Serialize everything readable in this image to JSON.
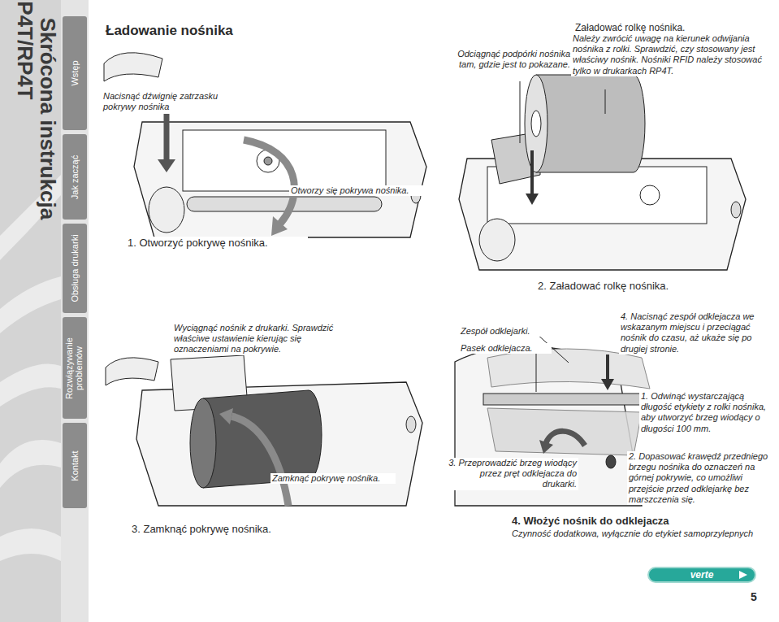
{
  "diagram": {
    "title": "Ładowanie nośnika",
    "nodes": [
      {
        "text": [
          "P4T/RP4T",
          "Skrócona instrukcja"
        ]
      },
      {
        "text": [
          "Wstęp"
        ]
      },
      {
        "text": [
          "Jak zacząć"
        ]
      },
      {
        "text": [
          "Obsługa drukarki"
        ]
      },
      {
        "text": [
          "Rozwiązywanie problemów"
        ]
      },
      {
        "text": [
          "Kontakt"
        ]
      },
      {
        "text": [
          "verte"
        ]
      }
    ],
    "labels": [
      "Nacisnąć dźwignię zatrzasku pokrywy nośnika",
      "Otworzy się pokrywa nośnika.",
      "1. Otworzyć pokrywę nośnika.",
      "Odciągnąć podpórki nośnika tam, gdzie jest to pokazane.",
      "Załadować rolkę nośnika.",
      "Należy zwrócić uwagę na kierunek odwijania nośnika z rolki. Sprawdzić, czy stosowany jest właściwy nośnik. Nośniki RFID należy stosować tylko w drukarkach RP4T.",
      "2. Załadować rolkę nośnika.",
      "Wyciągnąć nośnik z drukarki. Sprawdzić właściwe ustawienie kierując się oznaczeniami na pokrywie.",
      "Zamknąć pokrywę nośnika.",
      "3. Zamknąć pokrywę nośnika.",
      "Zespół odklejarki.",
      "Pasek odklejacza.",
      "4. Nacisnąć zespół odklejacza we wskazanym miejscu i przeciągać nośnik do czasu, aż ukaże się po drugiej stronie.",
      "1. Odwinąć wystarczającą długość etykiety z rolki nośnika, aby utworzyć brzeg wiodący o długości 100 mm.",
      "2. Dopasować krawędź przedniego brzegu nośnika do oznaczeń na górnej pokrywie, co umożliwi przejście przed odklejarkę bez marszczenia się.",
      "3. Przeprowadzić brzeg wiodący przez pręt odklejacza do drukarki.",
      "4. Włożyć nośnik do odklejacza",
      "Czynność dodatkowa, wyłącznie do etykiet samoprzylepnych",
      "5"
    ]
  }
}
